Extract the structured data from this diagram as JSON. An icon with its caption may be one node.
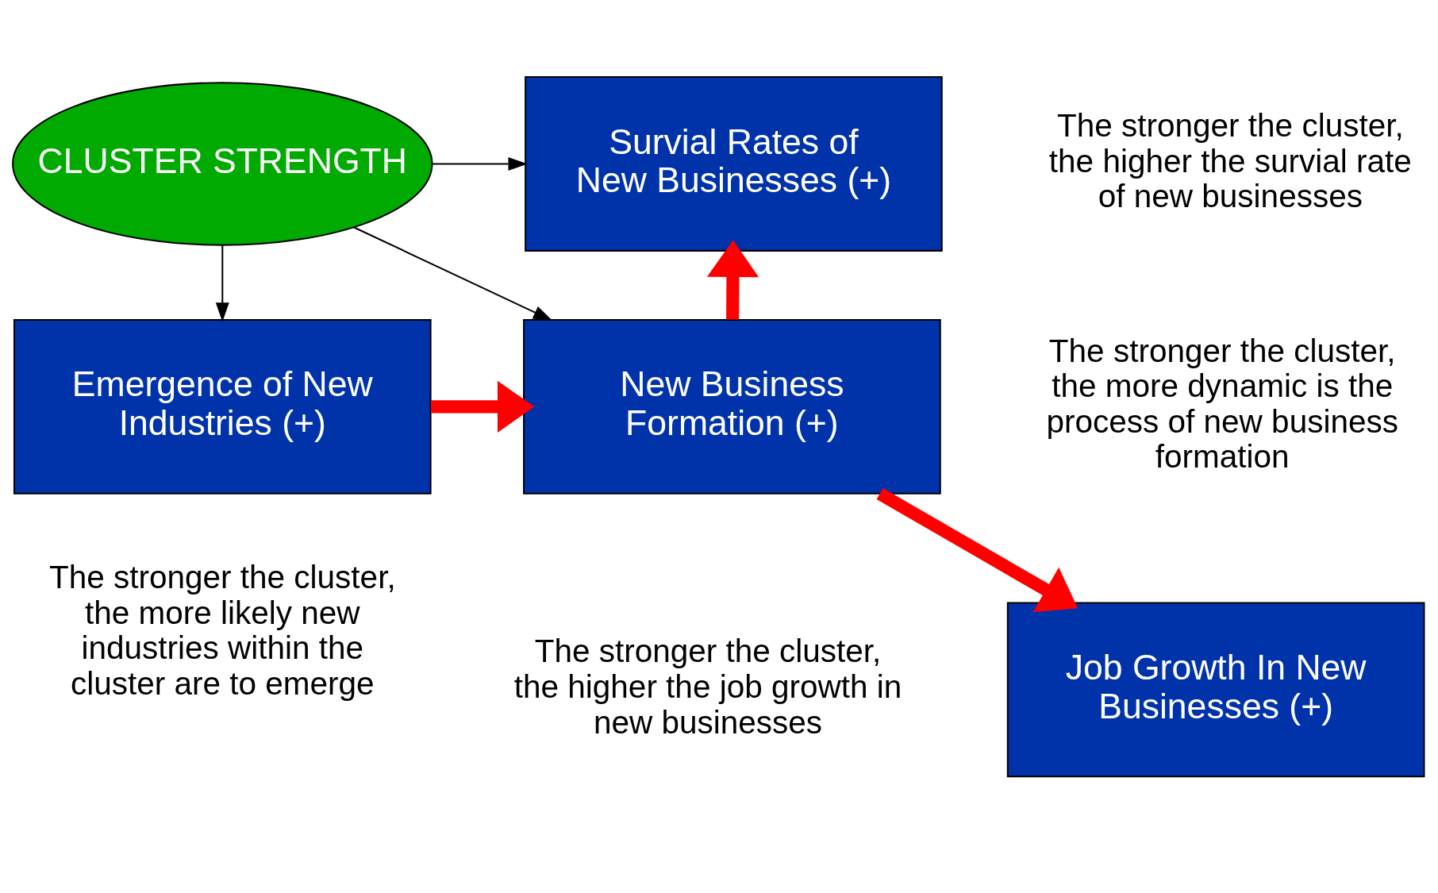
{
  "diagram": {
    "nodes": [
      {
        "text": [
          "CLUSTER STRENGTH"
        ]
      },
      {
        "text": [
          "Survial Rates of New Businesses (+)"
        ],
        "beside": [
          "The stronger the cluster, the higher the survial rate of new businesses"
        ]
      },
      {
        "text": [
          "Emergence of New Industries (+)"
        ],
        "beside": [
          "The stronger the cluster, the more likely new industries within the cluster are to emerge"
        ]
      },
      {
        "text": [
          "New Business Formation (+)"
        ],
        "beside": [
          "The stronger the cluster, the more dynamic is the process of new business formation"
        ]
      },
      {
        "text": [
          "Job Growth In New Businesses (+)"
        ],
        "beside": [
          "The stronger the cluster, the higher the job growth in new businesses"
        ]
      }
    ],
    "edges": [
      {
        "from": 0,
        "to": 1,
        "arrow": "to"
      },
      {
        "from": 0,
        "to": 2,
        "arrow": "to"
      },
      {
        "from": 0,
        "to": 3,
        "arrow": "to"
      },
      {
        "from": 2,
        "to": 3,
        "arrow": "to",
        "style": "thick",
        "color": "#ff0000"
      },
      {
        "from": 3,
        "to": 1,
        "arrow": "to",
        "style": "thick",
        "color": "#ff0000"
      },
      {
        "from": 3,
        "to": 4,
        "arrow": "to",
        "style": "thick",
        "color": "#ff0000"
      }
    ]
  }
}
